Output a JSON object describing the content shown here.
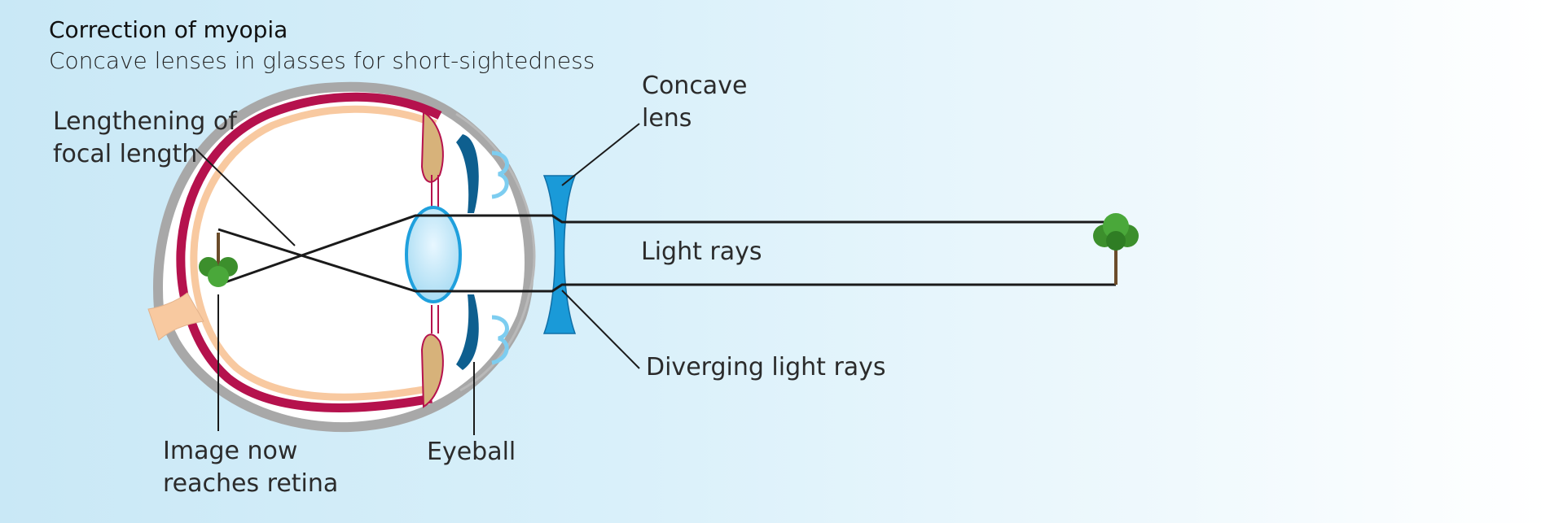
{
  "title": "Correction of myopia",
  "subtitle": "Concave lenses in glasses for short-sightedness",
  "labels": {
    "concave_lens_1": "Concave",
    "concave_lens_2": "lens",
    "focal_length_1": "Lengthening of",
    "focal_length_2": "focal length",
    "light_rays": "Light rays",
    "diverging_rays": "Diverging light rays",
    "image_retina_1": "Image now",
    "image_retina_2": "reaches retina",
    "eyeball": "Eyeball"
  },
  "colors": {
    "sclera": "#a8a8a8",
    "choroid": "#b5124d",
    "retina": "#f8c9a0",
    "lens": "#1fa0dd",
    "concave_lens": "#1a9ad8",
    "iris": "#0e5f8f",
    "ciliary": "#d7b27a",
    "ray": "#1a1a1a",
    "tree": "#3c8f2c"
  },
  "icons": [
    "tree-icon",
    "inverted-tree-icon"
  ]
}
